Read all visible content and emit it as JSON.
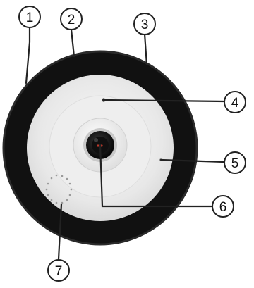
{
  "callouts": [
    {
      "id": 1,
      "label": "1"
    },
    {
      "id": 2,
      "label": "2"
    },
    {
      "id": 3,
      "label": "3"
    },
    {
      "id": 4,
      "label": "4"
    },
    {
      "id": 5,
      "label": "5"
    },
    {
      "id": 6,
      "label": "6"
    },
    {
      "id": 7,
      "label": "7"
    }
  ],
  "colors": {
    "outer_ring": "#111111",
    "face": "#ececec",
    "lens_bezel": "#f7f7f7",
    "lens": "#1a1a1a",
    "leader_line": "#222222"
  }
}
